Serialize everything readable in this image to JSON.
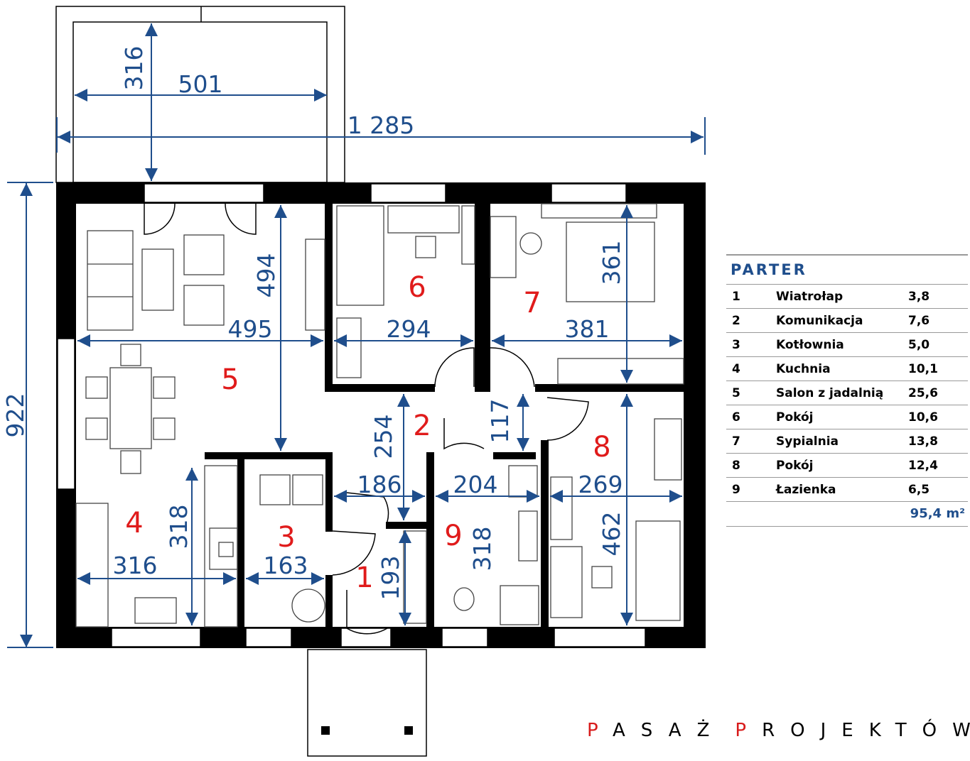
{
  "dimensions": {
    "terrace_depth": "316",
    "terrace_width": "501",
    "overall_width": "1 285",
    "overall_depth": "922",
    "salon_depth": "494",
    "salon_width": "495",
    "room6_width": "294",
    "room7_width": "381",
    "room7_depth": "361",
    "hall_depth": "254",
    "hall_upper": "117",
    "bath_width": "204",
    "room8_width": "269",
    "room8_depth": "462",
    "kitchen_depth": "318",
    "kitchen_width": "316",
    "boiler_width": "163",
    "boiler_top": "186",
    "vestibule_depth": "193",
    "bath_depth": "318"
  },
  "room_numbers": [
    "1",
    "2",
    "3",
    "4",
    "5",
    "6",
    "7",
    "8",
    "9"
  ],
  "legend": {
    "title": "PARTER",
    "rows": [
      {
        "num": "1",
        "name": "Wiatrołap",
        "area": "3,8"
      },
      {
        "num": "2",
        "name": "Komunikacja",
        "area": "7,6"
      },
      {
        "num": "3",
        "name": "Kotłownia",
        "area": "5,0"
      },
      {
        "num": "4",
        "name": "Kuchnia",
        "area": "10,1"
      },
      {
        "num": "5",
        "name": "Salon z jadalnią",
        "area": "25,6"
      },
      {
        "num": "6",
        "name": "Pokój",
        "area": "10,6"
      },
      {
        "num": "7",
        "name": "Sypialnia",
        "area": "13,8"
      },
      {
        "num": "8",
        "name": "Pokój",
        "area": "12,4"
      },
      {
        "num": "9",
        "name": "Łazienka",
        "area": "6,5"
      }
    ],
    "total": "95,4 m²"
  },
  "brand": {
    "word1_initial": "P",
    "word1_rest": "ASAŻ",
    "word2_initial": "P",
    "word2_rest": "ROJEKTÓW"
  },
  "colors": {
    "wall": "#000000",
    "dimension": "#1f4e8c",
    "room_number": "#e01b1b",
    "brand_accent": "#d81c1c"
  }
}
